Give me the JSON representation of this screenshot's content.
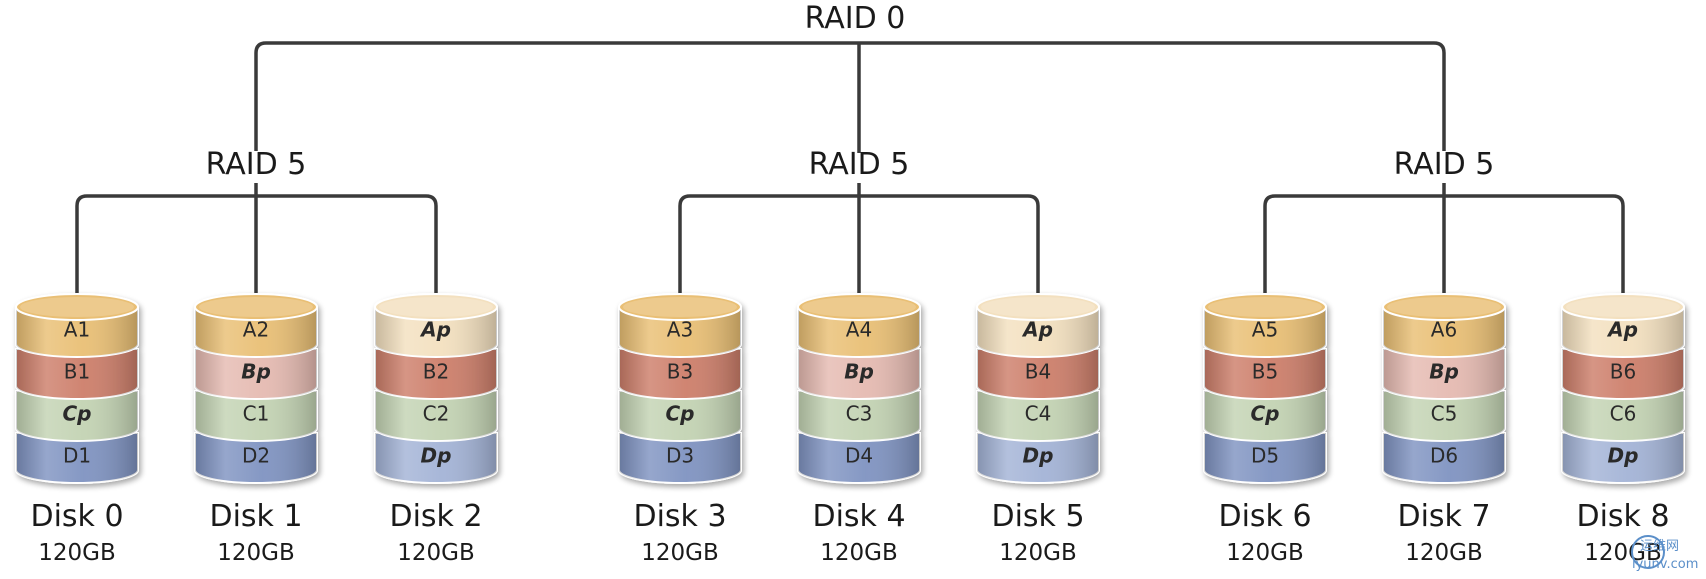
{
  "colors": {
    "A": "#e9bf74",
    "B": "#cd7e6a",
    "C": "#c3d3b3",
    "D": "#7f93c1",
    "parity": {
      "A": "#f3e0bf",
      "B": "#e5bab1",
      "C": "#c3d3b3",
      "D": "#a3b3d6"
    },
    "line": "#3a3a3a"
  },
  "top_raid": {
    "label": "RAID 0"
  },
  "groups": [
    {
      "label": "RAID 5",
      "disks": [
        {
          "name": "Disk 0",
          "size": "120GB",
          "segments": [
            {
              "label": "A1",
              "row": "A",
              "parity": false
            },
            {
              "label": "B1",
              "row": "B",
              "parity": false
            },
            {
              "label": "Cp",
              "row": "C",
              "parity": true
            },
            {
              "label": "D1",
              "row": "D",
              "parity": false
            }
          ]
        },
        {
          "name": "Disk 1",
          "size": "120GB",
          "segments": [
            {
              "label": "A2",
              "row": "A",
              "parity": false
            },
            {
              "label": "Bp",
              "row": "B",
              "parity": true
            },
            {
              "label": "C1",
              "row": "C",
              "parity": false
            },
            {
              "label": "D2",
              "row": "D",
              "parity": false
            }
          ]
        },
        {
          "name": "Disk 2",
          "size": "120GB",
          "segments": [
            {
              "label": "Ap",
              "row": "A",
              "parity": true
            },
            {
              "label": "B2",
              "row": "B",
              "parity": false
            },
            {
              "label": "C2",
              "row": "C",
              "parity": false
            },
            {
              "label": "Dp",
              "row": "D",
              "parity": true
            }
          ]
        }
      ]
    },
    {
      "label": "RAID 5",
      "disks": [
        {
          "name": "Disk 3",
          "size": "120GB",
          "segments": [
            {
              "label": "A3",
              "row": "A",
              "parity": false
            },
            {
              "label": "B3",
              "row": "B",
              "parity": false
            },
            {
              "label": "Cp",
              "row": "C",
              "parity": true
            },
            {
              "label": "D3",
              "row": "D",
              "parity": false
            }
          ]
        },
        {
          "name": "Disk 4",
          "size": "120GB",
          "segments": [
            {
              "label": "A4",
              "row": "A",
              "parity": false
            },
            {
              "label": "Bp",
              "row": "B",
              "parity": true
            },
            {
              "label": "C3",
              "row": "C",
              "parity": false
            },
            {
              "label": "D4",
              "row": "D",
              "parity": false
            }
          ]
        },
        {
          "name": "Disk 5",
          "size": "120GB",
          "segments": [
            {
              "label": "Ap",
              "row": "A",
              "parity": true
            },
            {
              "label": "B4",
              "row": "B",
              "parity": false
            },
            {
              "label": "C4",
              "row": "C",
              "parity": false
            },
            {
              "label": "Dp",
              "row": "D",
              "parity": true
            }
          ]
        }
      ]
    },
    {
      "label": "RAID 5",
      "disks": [
        {
          "name": "Disk 6",
          "size": "120GB",
          "segments": [
            {
              "label": "A5",
              "row": "A",
              "parity": false
            },
            {
              "label": "B5",
              "row": "B",
              "parity": false
            },
            {
              "label": "Cp",
              "row": "C",
              "parity": true
            },
            {
              "label": "D5",
              "row": "D",
              "parity": false
            }
          ]
        },
        {
          "name": "Disk 7",
          "size": "120GB",
          "segments": [
            {
              "label": "A6",
              "row": "A",
              "parity": false
            },
            {
              "label": "Bp",
              "row": "B",
              "parity": true
            },
            {
              "label": "C5",
              "row": "C",
              "parity": false
            },
            {
              "label": "D6",
              "row": "D",
              "parity": false
            }
          ]
        },
        {
          "name": "Disk 8",
          "size": "120GB",
          "segments": [
            {
              "label": "Ap",
              "row": "A",
              "parity": true
            },
            {
              "label": "B6",
              "row": "B",
              "parity": false
            },
            {
              "label": "C6",
              "row": "C",
              "parity": false
            },
            {
              "label": "Dp",
              "row": "D",
              "parity": true
            }
          ]
        }
      ]
    }
  ],
  "watermark": {
    "chinese": "运维网",
    "url": "iyunv.com"
  }
}
